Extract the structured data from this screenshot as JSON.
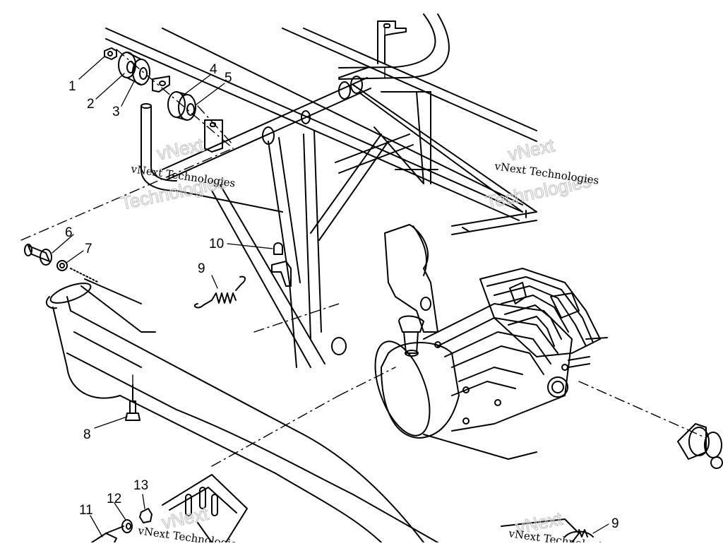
{
  "diagram": {
    "title": "",
    "callouts": [
      {
        "id": "1",
        "label": "1"
      },
      {
        "id": "2",
        "label": "2"
      },
      {
        "id": "3",
        "label": "3"
      },
      {
        "id": "4",
        "label": "4"
      },
      {
        "id": "5",
        "label": "5"
      },
      {
        "id": "6",
        "label": "6"
      },
      {
        "id": "7",
        "label": "7"
      },
      {
        "id": "8",
        "label": "8"
      },
      {
        "id": "9",
        "label": "9"
      },
      {
        "id": "10",
        "label": "10"
      },
      {
        "id": "11",
        "label": "11"
      },
      {
        "id": "12",
        "label": "12"
      },
      {
        "id": "13",
        "label": "13"
      },
      {
        "id": "9b",
        "label": "9"
      }
    ],
    "watermark": {
      "company": "vNext Technologies",
      "line1": "vNext",
      "line2": "Technologies"
    }
  }
}
